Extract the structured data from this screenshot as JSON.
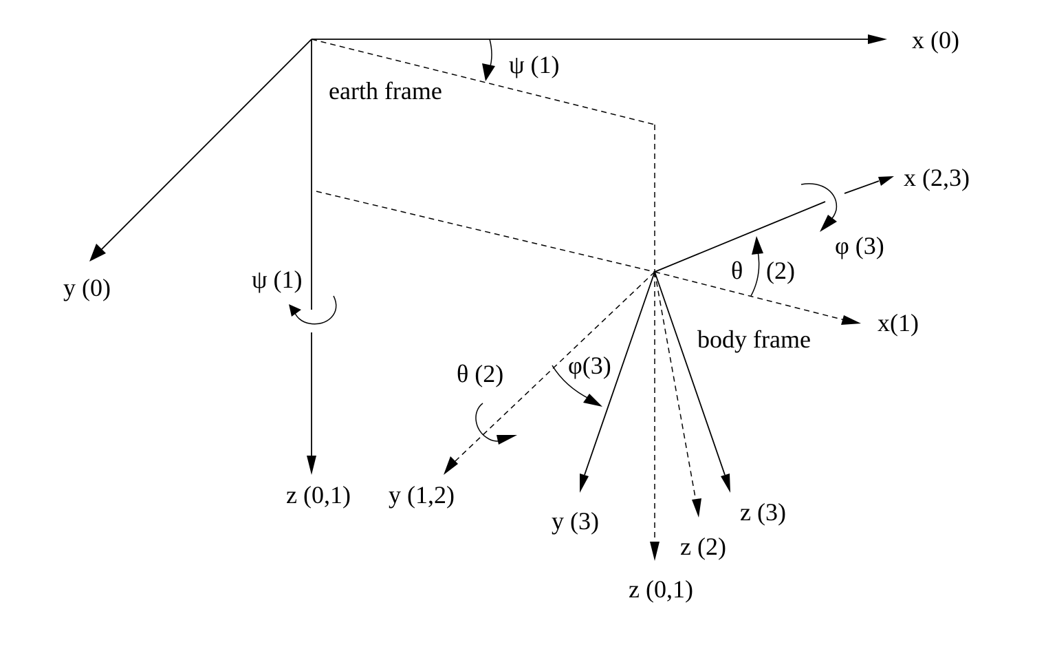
{
  "diagram": {
    "colors": {
      "ink": "#000000",
      "background": "#ffffff"
    },
    "labels": {
      "x0": "x (0)",
      "psi1_top": "ψ (1)",
      "earth_frame": "earth frame",
      "x23": "x (2,3)",
      "phi3_right": "φ (3)",
      "y0": "y (0)",
      "psi1_left": "ψ (1)",
      "theta_sym": "θ",
      "theta_num": "(2)",
      "x1": "x(1)",
      "body_frame": "body frame",
      "theta2_left": "θ  (2)",
      "phi3_mid": "φ(3)",
      "z01_left": "z (0,1)",
      "y12": "y (1,2)",
      "y3": "y (3)",
      "z3": "z (3)",
      "z2": "z (2)",
      "z01_bottom": "z (0,1)"
    }
  }
}
